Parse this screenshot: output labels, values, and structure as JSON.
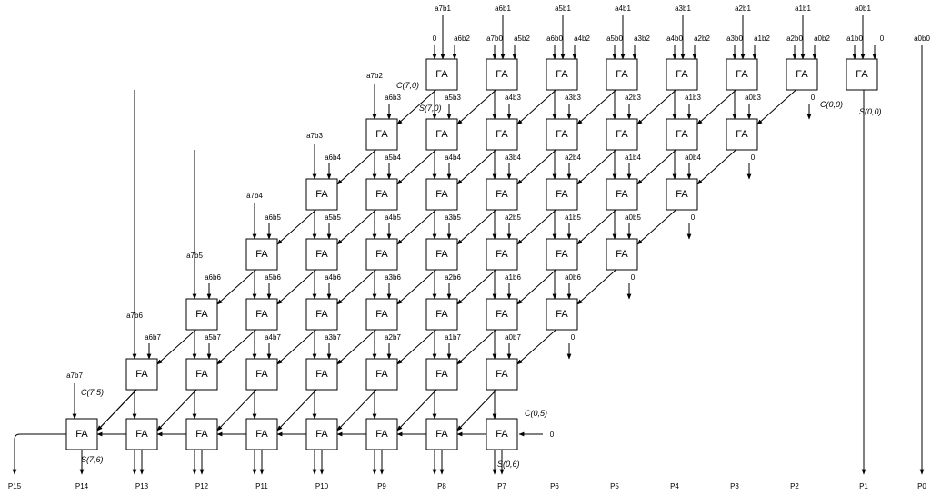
{
  "cell_label": "FA",
  "top_row": {
    "inputs": [
      [
        "a7b1",
        "0",
        "a6b2"
      ],
      [
        "a6b1",
        "a7b0",
        "a5b2"
      ],
      [
        "a5b1",
        "a6b0",
        "a4b2"
      ],
      [
        "a4b1",
        "a5b0",
        "a3b2"
      ],
      [
        "a3b1",
        "a4b0",
        "a2b2"
      ],
      [
        "a2b1",
        "a3b0",
        "a1b2"
      ],
      [
        "a1b1",
        "a2b0",
        "a0b2"
      ],
      [
        "a0b1",
        "a1b0",
        "0"
      ]
    ],
    "p0_input": "a0b0"
  },
  "rows": [
    {
      "left": "a7b2",
      "ins": [
        "a6b3",
        "a5b3",
        "a4b3",
        "a3b3",
        "a2b3",
        "a1b3",
        "a0b3",
        "0"
      ]
    },
    {
      "left": "a7b3",
      "ins": [
        "a6b4",
        "a5b4",
        "a4b4",
        "a3b4",
        "a2b4",
        "a1b4",
        "a0b4",
        "0"
      ]
    },
    {
      "left": "a7b4",
      "ins": [
        "a6b5",
        "a5b5",
        "a4b5",
        "a3b5",
        "a2b5",
        "a1b5",
        "a0b5",
        "0"
      ]
    },
    {
      "left": "a7b5",
      "ins": [
        "a6b6",
        "a5b6",
        "a4b6",
        "a3b6",
        "a2b6",
        "a1b6",
        "a0b6",
        "0"
      ]
    },
    {
      "left": "a7b6",
      "ins": [
        "a6b7",
        "a5b7",
        "a4b7",
        "a3b7",
        "a2b7",
        "a1b7",
        "a0b7",
        "0"
      ]
    },
    {
      "left": "a7b7",
      "ins": []
    }
  ],
  "final_input": "0",
  "annotations": {
    "c70": "C(7,0)",
    "s70": "S(7,0)",
    "c00": "C(0,0)",
    "s00": "S(0,0)",
    "c75": "C(7,5)",
    "s76": "S(7,6)",
    "c05": "C(0,5)",
    "s06": "S(0,6)"
  },
  "products": [
    "P15",
    "P14",
    "P13",
    "P12",
    "P11",
    "P10",
    "P9",
    "P8",
    "P7",
    "P6",
    "P5",
    "P4",
    "P3",
    "P2",
    "P1",
    "P0"
  ]
}
